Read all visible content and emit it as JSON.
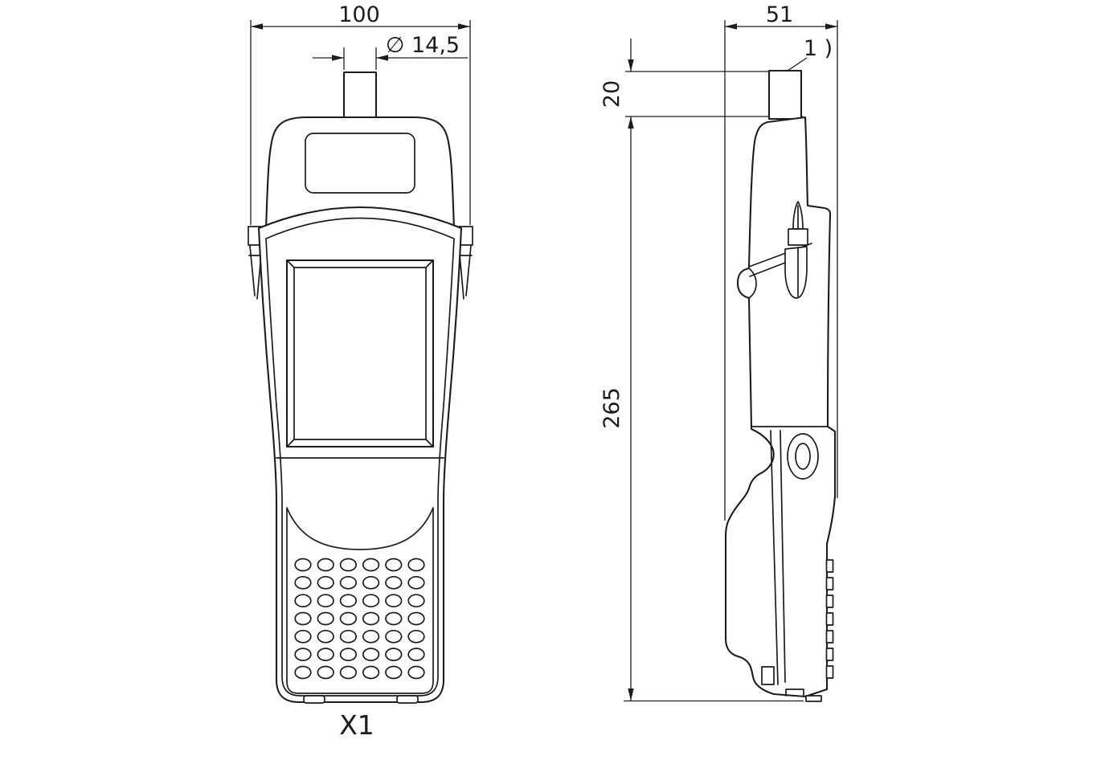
{
  "drawing": {
    "type": "technical-dimension-drawing",
    "views": {
      "front_view": {
        "overall_width": "100",
        "antenna_diameter": "∅ 14,5",
        "designation": "X1"
      },
      "side_view": {
        "overall_depth": "51",
        "antenna_height": "20",
        "overall_height": "265",
        "footnote_ref": "1 )"
      }
    },
    "colors": {
      "line": "#1c1c1c",
      "background": "#ffffff"
    }
  }
}
